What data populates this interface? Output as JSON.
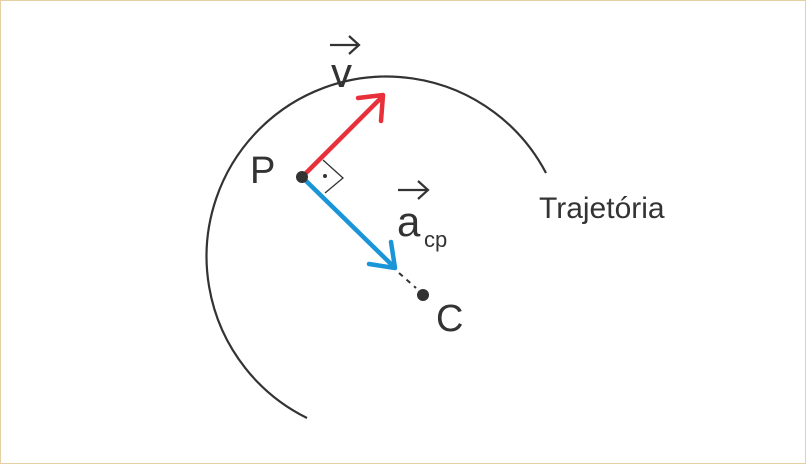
{
  "labels": {
    "point_p": "P",
    "point_c": "C",
    "velocity_symbol": "v",
    "acceleration_symbol": "a",
    "acceleration_subscript": "cp",
    "trajectory": "Trajetória"
  },
  "colors": {
    "frame_border": "#e5cfa5",
    "curve": "#333333",
    "velocity_vector": "#e8303a",
    "acceleration_vector": "#1a96d8",
    "text": "#333333"
  },
  "icons": {
    "vector_arrow": "right-arrow-over-symbol",
    "right_angle": "right-angle-mark-with-dot"
  }
}
